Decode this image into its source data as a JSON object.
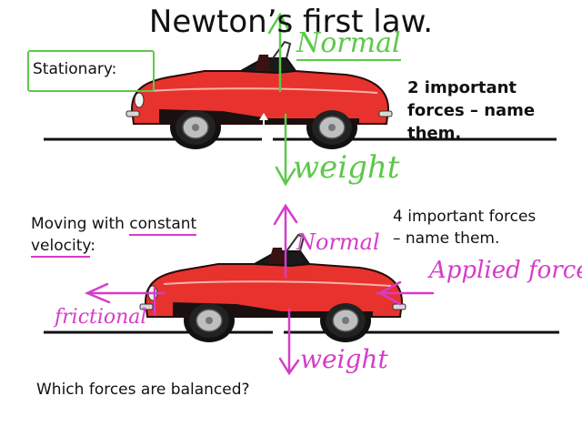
{
  "title": "Newton’s first law.",
  "top_section": {
    "state_label": "Stationary:",
    "prompt_line1": "2 important",
    "prompt_line2": "forces – name",
    "prompt_line3": "them.",
    "up_force": "Normal",
    "down_force": "weight"
  },
  "bottom_section": {
    "state_label_part1": "Moving with ",
    "state_label_part2": "constant",
    "state_label_line2": "velocity",
    "state_label_colon": ":",
    "prompt_line1": "4 important forces",
    "prompt_line2": "– name them.",
    "up_force": "Normal",
    "down_force": "weight",
    "left_force": "frictional",
    "right_force": "Applied force"
  },
  "question": "Which forces are balanced?",
  "colors": {
    "top_annotations": "#5cc94a",
    "bottom_annotations": "#d63cc9",
    "car_body": "#e8322e",
    "ground_line": "#111111"
  }
}
